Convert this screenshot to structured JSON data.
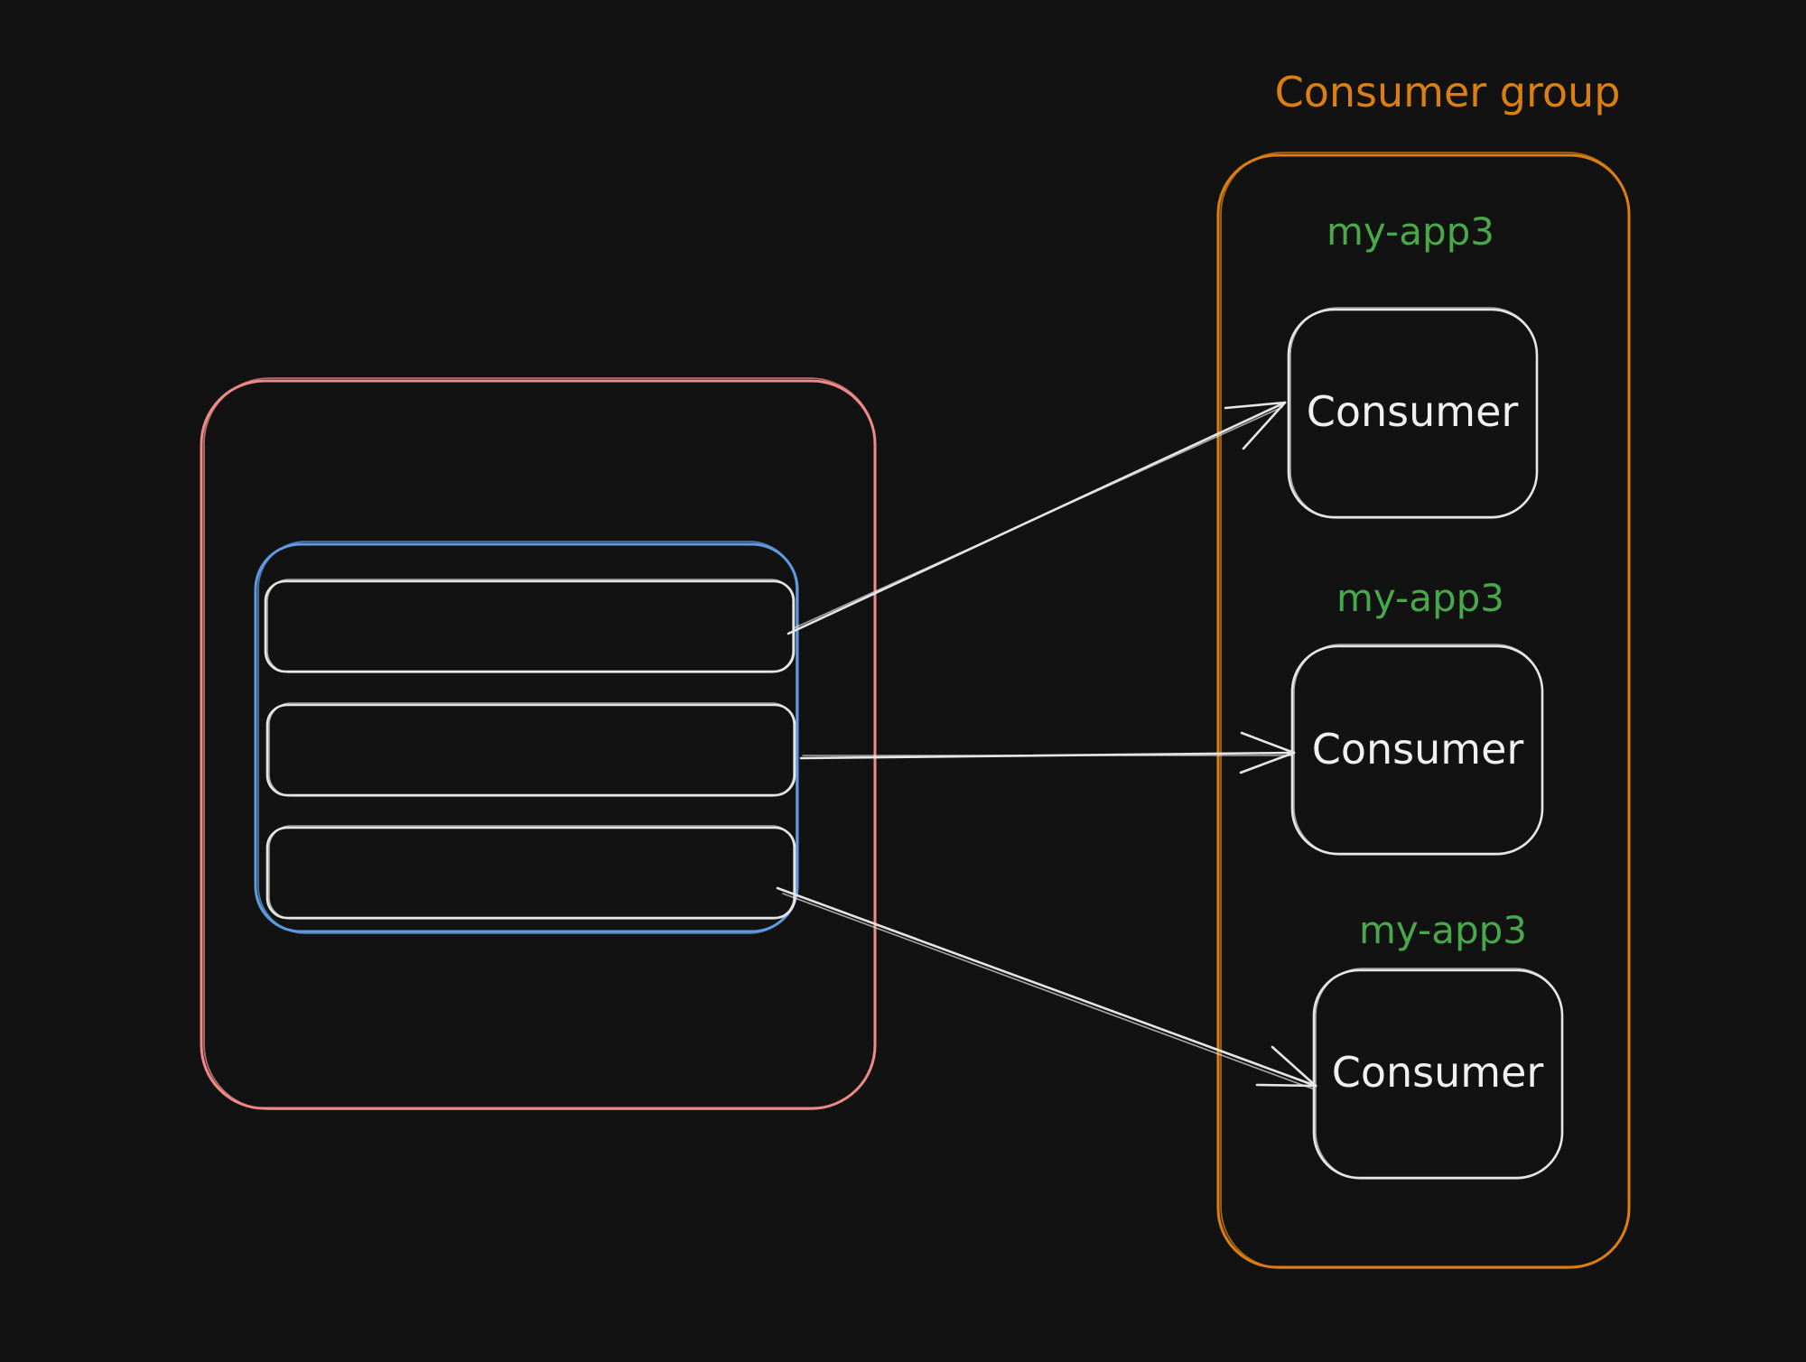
{
  "colors": {
    "background": "#121212",
    "outer_box": "#ee8a88",
    "inner_box": "#5f9be0",
    "partition": "#e6e6e6",
    "group": "#db7f10",
    "group_label": "#db7f10",
    "app_label": "#48a84a",
    "consumer_box": "#e6e6e6",
    "consumer_label": "#f0f0f0",
    "arrow": "#e6e6e6"
  },
  "consumer_group": {
    "label": "Consumer group",
    "consumers": [
      {
        "app_label": "my-app3",
        "label": "Consumer"
      },
      {
        "app_label": "my-app3",
        "label": "Consumer"
      },
      {
        "app_label": "my-app3",
        "label": "Consumer"
      }
    ]
  }
}
